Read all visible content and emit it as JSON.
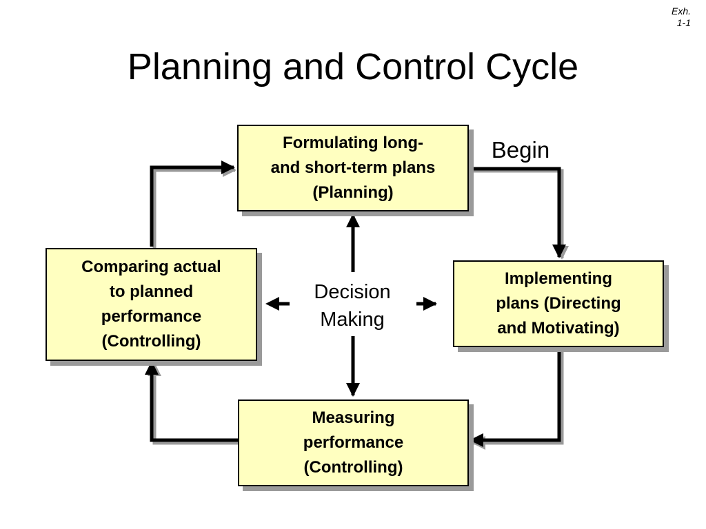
{
  "exhibit": {
    "line1": "Exh.",
    "line2": "1-1"
  },
  "title": "Planning and Control Cycle",
  "begin_label": "Begin",
  "center": {
    "line1": "Decision",
    "line2": "Making"
  },
  "steps": {
    "planning": {
      "lines": [
        "Formulating long-",
        "and short-term plans",
        "(Planning)"
      ]
    },
    "implementing": {
      "lines": [
        "Implementing",
        "plans (Directing",
        "and Motivating)"
      ]
    },
    "measuring": {
      "lines": [
        "Measuring",
        "performance",
        "(Controlling)"
      ]
    },
    "comparing": {
      "lines": [
        "Comparing actual",
        "to planned",
        "performance",
        "(Controlling)"
      ]
    }
  },
  "colors": {
    "box_fill": "#ffffc0",
    "box_shadow": "#9a9a9a",
    "arrow": "#000000"
  }
}
